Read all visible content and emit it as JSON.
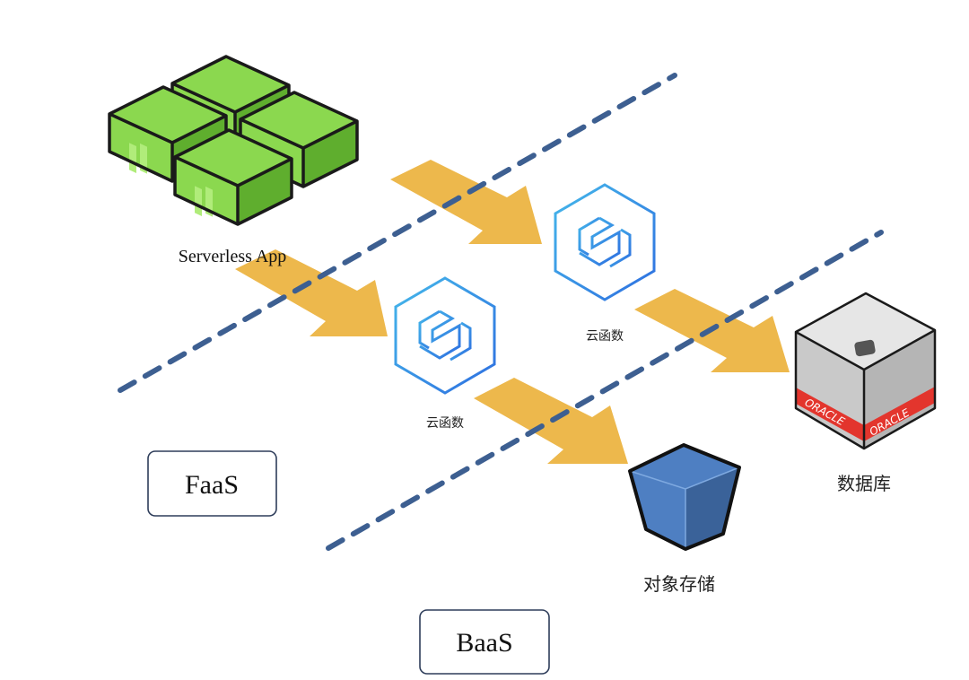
{
  "diagram": {
    "title": "Serverless architecture: FaaS and BaaS",
    "colors": {
      "background": "#ffffff",
      "arrow": "#EDB84C",
      "divider": "#3D5F91",
      "function_icon": "#3BA7E8",
      "function_icon_dark": "#2E6FE0",
      "app_green": "#8BD84F",
      "app_green_light": "#B0EC7A",
      "app_green_dark": "#5FAE2E",
      "db_body": "#C9C9C9",
      "db_band": "#E3352D",
      "storage_blue": "#4E7FC2",
      "storage_blue_dark": "#3A6299",
      "box_border": "#2E3D5A"
    },
    "nodes": {
      "app": {
        "label": "Serverless App",
        "icon": "green-boxes-icon"
      },
      "function_top": {
        "label": "云函数",
        "icon": "cloud-function-hexagon-icon"
      },
      "function_bottom": {
        "label": "云函数",
        "icon": "cloud-function-hexagon-icon"
      },
      "database": {
        "label": "数据库",
        "icon": "oracle-database-cube-icon",
        "brand": "ORACLE"
      },
      "storage": {
        "label": "对象存储",
        "icon": "object-storage-bucket-icon"
      }
    },
    "layers": {
      "faas": {
        "label": "FaaS"
      },
      "baas": {
        "label": "BaaS"
      }
    },
    "edges": [
      {
        "from": "app",
        "to": "function_top"
      },
      {
        "from": "app",
        "to": "function_bottom"
      },
      {
        "from": "function_top",
        "to": "database"
      },
      {
        "from": "function_bottom",
        "to": "storage"
      }
    ]
  }
}
